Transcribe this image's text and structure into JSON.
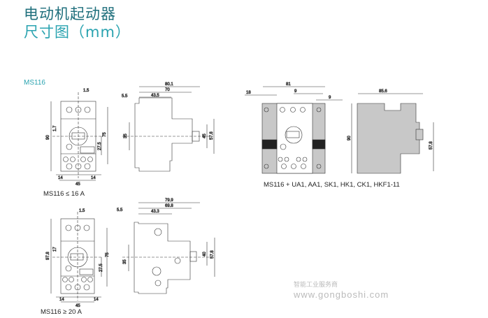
{
  "header": {
    "title": "电动机起动器",
    "subtitle": "尺寸图（mm）"
  },
  "section_label": "MS116",
  "drawings": {
    "d1": {
      "caption": "MS116 ≤ 16 A",
      "front": {
        "top": "1.5",
        "height": "90",
        "offset": "1.7",
        "rail": "75",
        "mid": "27.5",
        "left": "14",
        "right": "14",
        "width": "45"
      },
      "side": {
        "total": "80.1",
        "depth": "70",
        "mid": "43.5",
        "front": "5.5",
        "rail": "35",
        "knob": "45",
        "face": "57.8"
      }
    },
    "d2": {
      "caption": "MS116 + UA1, AA1, SK1, HK1, CK1, HKF1-11",
      "front": {
        "width": "81",
        "left": "18",
        "gap": "9",
        "right": "9"
      },
      "side": {
        "depth": "85.6",
        "height": "90",
        "face": "57.8"
      }
    },
    "d3": {
      "caption": "MS116 ≥ 20 A",
      "front": {
        "top": "1.5",
        "height": "97.8",
        "offset": "17",
        "rail": "75",
        "mid": "27.5",
        "left": "14",
        "right": "14",
        "width": "45"
      },
      "side": {
        "total": "79.9",
        "depth": "69.8",
        "mid": "43.3",
        "front": "5.5",
        "rail": "35",
        "knob": "40",
        "face": "57.8"
      }
    }
  },
  "watermark": {
    "url": "www.gongboshi.com",
    "text": "智能工业服务商"
  },
  "colors": {
    "title": "#1f6f7c",
    "subtitle": "#2aa3b0",
    "accessory_fill": "#c8c8c8"
  }
}
